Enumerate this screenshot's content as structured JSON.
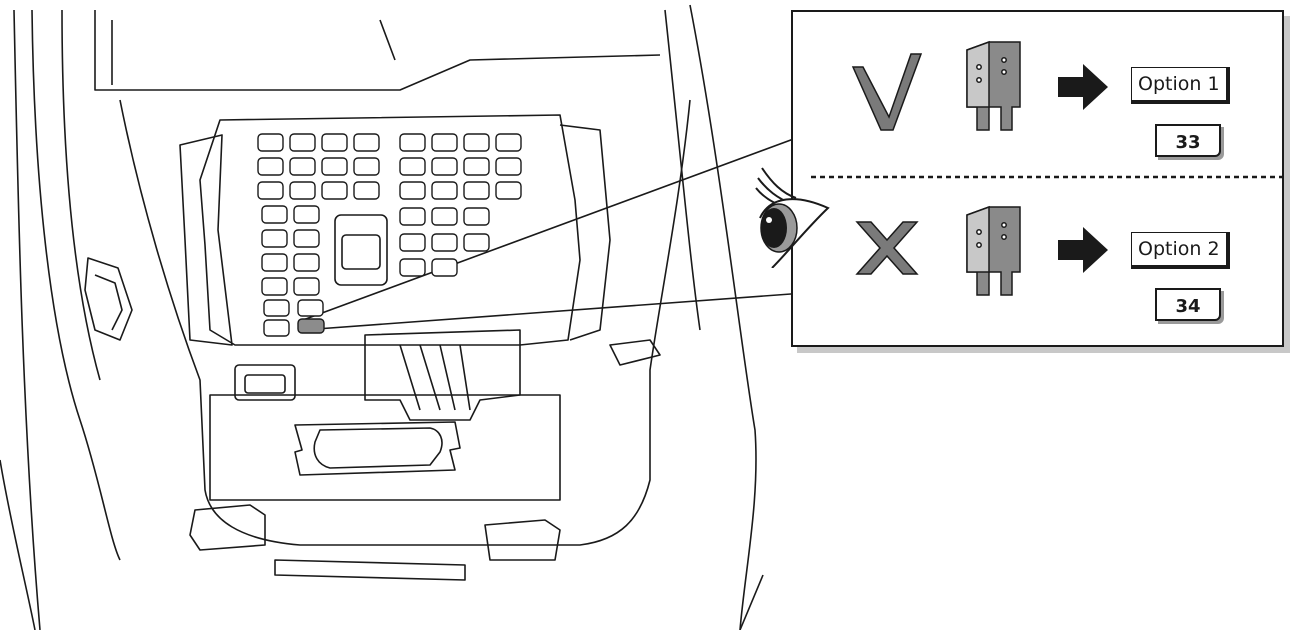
{
  "options": [
    {
      "status": "correct",
      "status_icon": "checkmark-icon",
      "label": "Option 1",
      "step": "33"
    },
    {
      "status": "incorrect",
      "status_icon": "cross-icon",
      "label": "Option 2",
      "step": "34"
    }
  ],
  "colors": {
    "line": "#1a1a1a",
    "mark_gray": "#7a7a7a",
    "highlight_fuse": "#8c8c8c",
    "panel_shadow": "#c8c8c8"
  }
}
